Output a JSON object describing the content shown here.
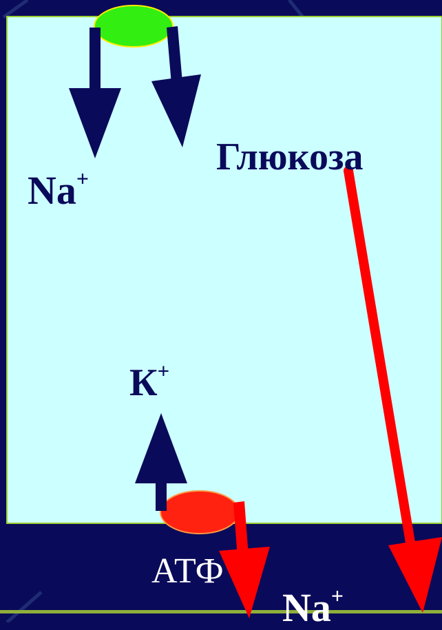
{
  "labels": {
    "sodium_top": "Na",
    "sodium_top_charge": "+",
    "glucose": "Глюкоза",
    "potassium": "К",
    "potassium_charge": "+",
    "atp": "АТФ",
    "sodium_bottom": "Na",
    "sodium_bottom_charge": "+"
  },
  "colors": {
    "background": "#0a0a5a",
    "cell": "#ccffff",
    "cell_border": "#9acd32",
    "symporter": "#33ee11",
    "pump": "#ff2211",
    "dark_arrow": "#0a0a5a",
    "red_arrow": "#ff0000",
    "membrane_line": "#9acd32"
  }
}
